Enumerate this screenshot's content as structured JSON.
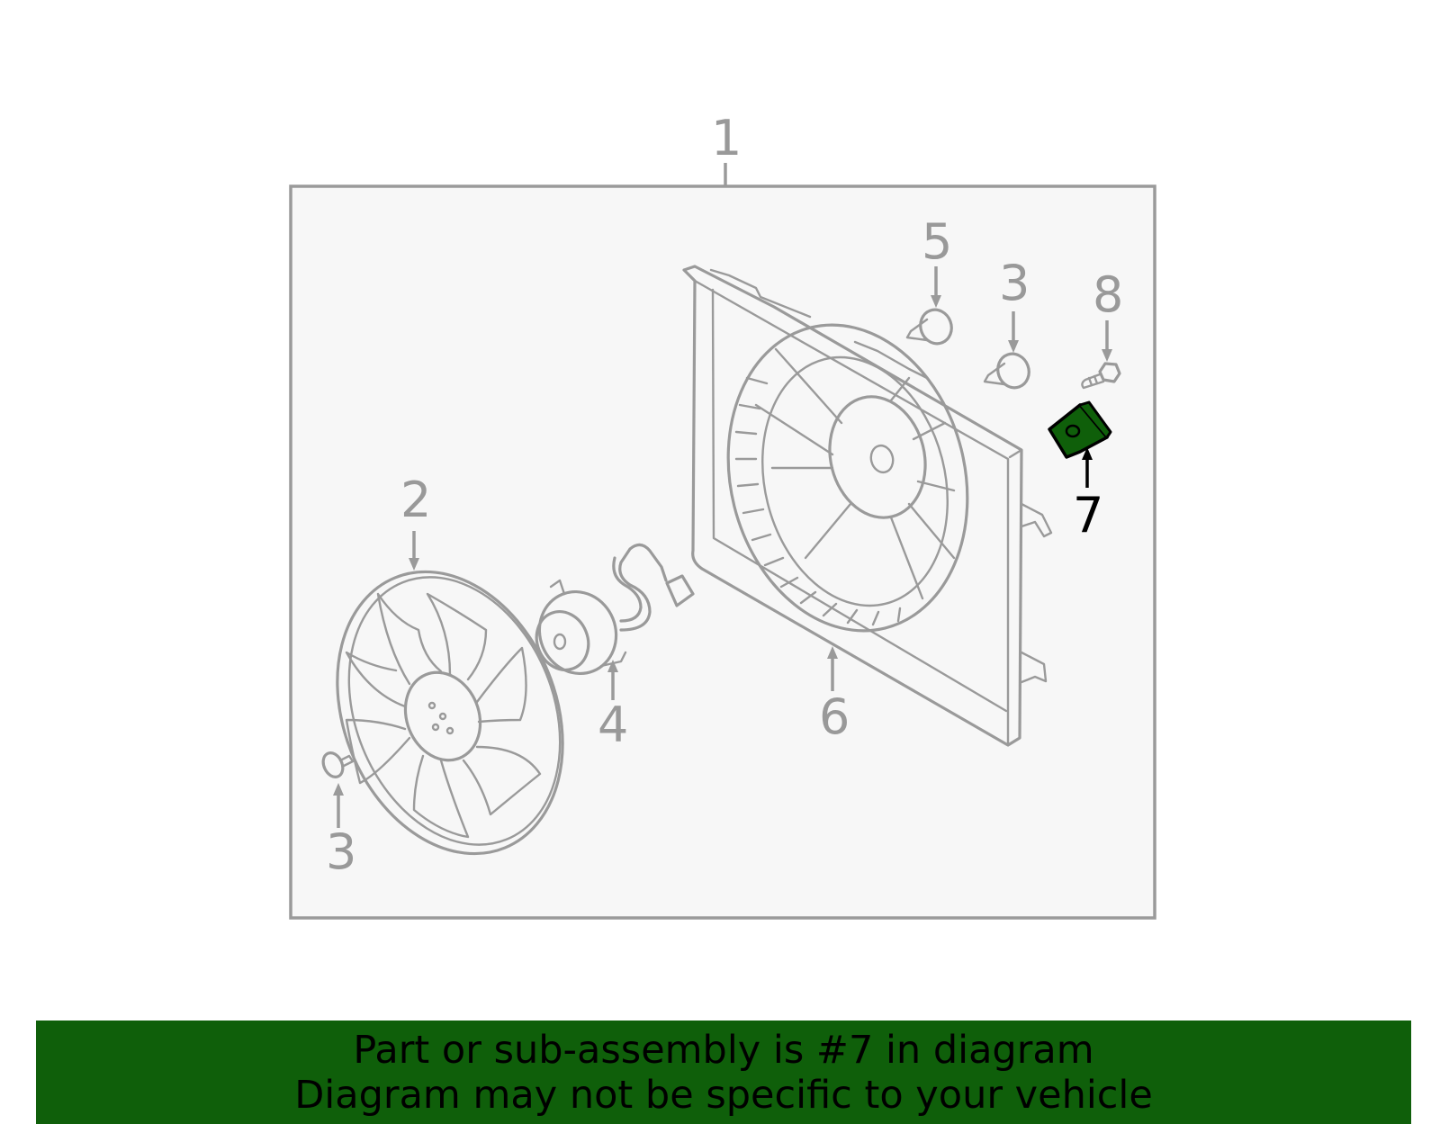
{
  "callouts": {
    "c1": "1",
    "c2": "2",
    "c3a": "3",
    "c3b": "3",
    "c4": "4",
    "c5": "5",
    "c6": "6",
    "c7": "7",
    "c8": "8"
  },
  "highlight": {
    "part": "7",
    "color": "#0f5f0a"
  },
  "banner": {
    "line1": "Part or sub-assembly is #7 in diagram",
    "line2": "Diagram may not be specific to your vehicle"
  },
  "colors": {
    "linework": "#9a9a9a",
    "panel": "#f7f7f7",
    "banner": "#0f5f0a"
  }
}
